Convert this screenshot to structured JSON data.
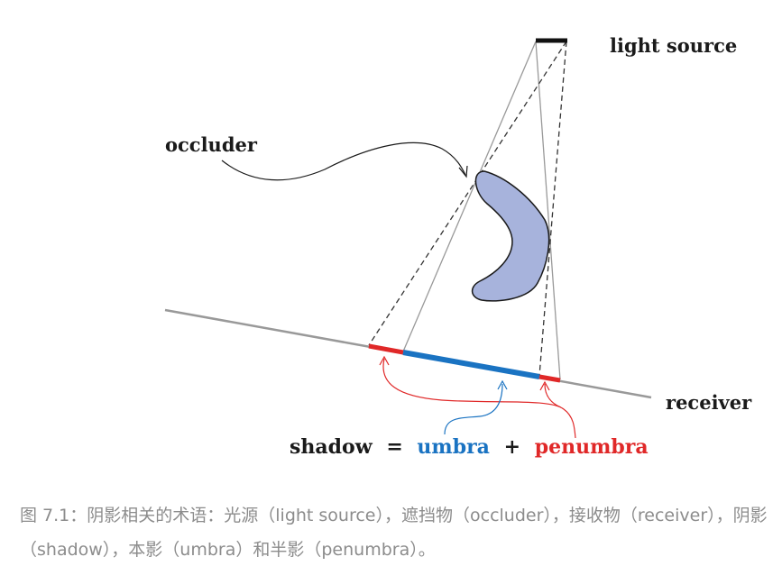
{
  "labels": {
    "light_source": "light source",
    "occluder": "occluder",
    "receiver": "receiver"
  },
  "equation": {
    "shadow": "shadow",
    "equals": "=",
    "umbra": "umbra",
    "plus": "+",
    "penumbra": "penumbra"
  },
  "caption": "图 7.1：阴影相关的术语：光源（light source），遮挡物（occluder），接收物（receiver），阴影（shadow），本影（umbra）和半影（penumbra）。",
  "colors": {
    "occluder_fill": "#a7b3dc",
    "umbra": "#1a73c2",
    "penumbra": "#e02828",
    "receiver_line": "#999999",
    "caption_text": "#8c8c8c"
  }
}
